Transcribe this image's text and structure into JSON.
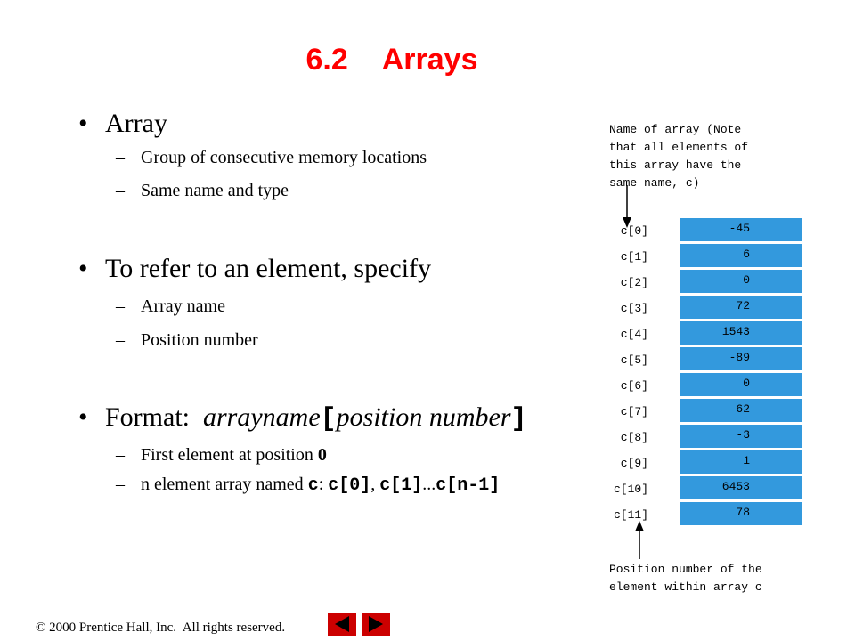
{
  "title": {
    "number": "6.2",
    "text": "Arrays"
  },
  "bullets": [
    {
      "label": "Array",
      "subs": [
        "Group of consecutive memory locations",
        "Same name and type"
      ]
    },
    {
      "label": "To refer to an element, specify",
      "subs": [
        "Array name",
        "Position number"
      ]
    }
  ],
  "format": {
    "prefix": "Format:  ",
    "arrayname": "arrayname",
    "open": "[",
    "position": "position number",
    "close": "]",
    "sub1_text": "First element at position ",
    "sub1_value": "0",
    "sub2_text": "n element array named ",
    "sub2_c": "c",
    "sub2_colon": ": ",
    "sub2_c0": "c[0]",
    "sub2_comma": ", ",
    "sub2_c1": "c[1]",
    "sub2_dots": "...",
    "sub2_cn": "c[n-1]"
  },
  "note_top": "Name of array (Note\nthat all elements of\nthis array have the\nsame name, c)",
  "note_bottom": "Position number of the\nelement within array c",
  "array": {
    "indices": [
      "c[0]",
      "c[1]",
      "c[2]",
      "c[3]",
      "c[4]",
      "c[5]",
      "c[6]",
      "c[7]",
      "c[8]",
      "c[9]",
      "c[10]",
      "c[11]"
    ],
    "values": [
      "-45",
      "6",
      "0",
      "72",
      "1543",
      "-89",
      "0",
      "62",
      "-3",
      "1",
      "6453",
      "78"
    ]
  },
  "footer": {
    "symbol": "©",
    "text": " 2000 Prentice Hall, Inc.  All rights reserved."
  },
  "colors": {
    "title": "#ff0000",
    "cell": "#3399dd",
    "nav": "#cc0000"
  }
}
